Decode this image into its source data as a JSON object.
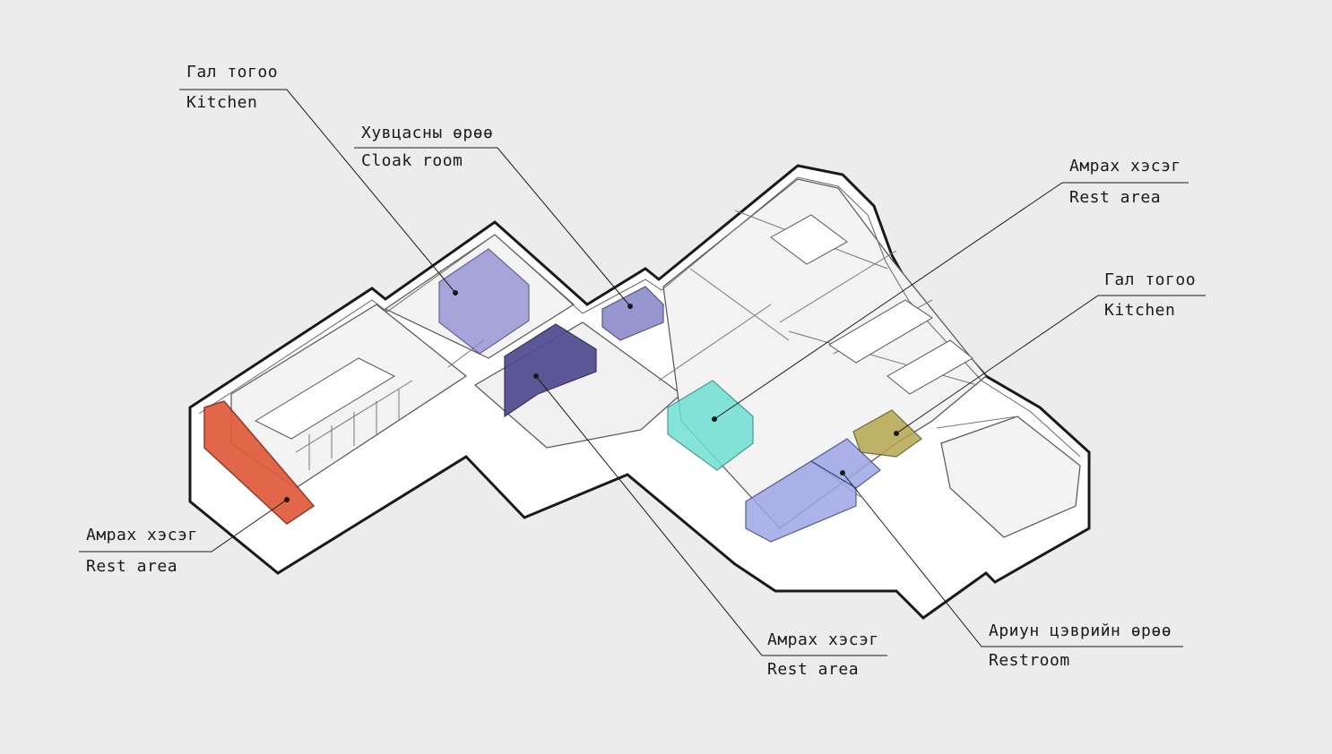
{
  "colors": {
    "background": "#ececec",
    "wall": "#ffffff",
    "floor": "#f2f2f2",
    "line": "#1a1a1a",
    "rest_orange": "#e05a3a",
    "rest_purple": "#4f4a8f",
    "cloak_lavender": "#8d8ad0",
    "kitchen_lavender": "#8584c6",
    "cyan": "#6fe0d4",
    "blue": "#9ea6e6",
    "olive": "#b4a74e"
  },
  "callouts": [
    {
      "id": "kitchen-left",
      "mn": "Гал тогоо",
      "en": "Kitchen"
    },
    {
      "id": "cloak-room",
      "mn": "Хувцасны өрөө",
      "en": "Cloak room"
    },
    {
      "id": "rest-area-top-right",
      "mn": "Амрах хэсэг",
      "en": "Rest area"
    },
    {
      "id": "kitchen-right",
      "mn": "Гал тогоо",
      "en": "Kitchen"
    },
    {
      "id": "rest-area-left",
      "mn": "Амрах хэсэг",
      "en": "Rest area"
    },
    {
      "id": "rest-area-bottom",
      "mn": "Амрах хэсэг",
      "en": "Rest area"
    },
    {
      "id": "restroom",
      "mn": "Ариун цэврийн өрөө",
      "en": "Restroom"
    }
  ]
}
